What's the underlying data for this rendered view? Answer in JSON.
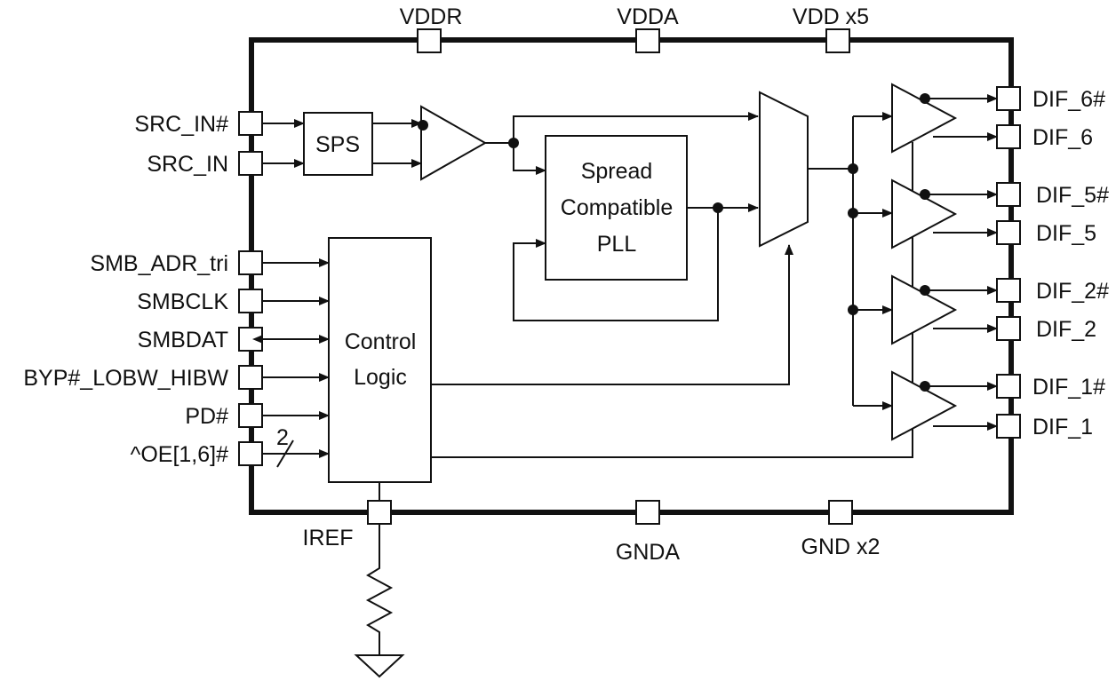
{
  "pins_top": [
    "VDDR",
    "VDDA",
    "VDD x5"
  ],
  "pins_left": [
    "SRC_IN#",
    "SRC_IN",
    "SMB_ADR_tri",
    "SMBCLK",
    "SMBDAT",
    "BYP#_LOBW_HIBW",
    "PD#",
    "^OE[1,6]#"
  ],
  "pins_right": [
    "DIF_6#",
    "DIF_6",
    "DIF_5#",
    "DIF_5",
    "DIF_2#",
    "DIF_2",
    "DIF_1#",
    "DIF_1"
  ],
  "pins_bottom": [
    "IREF",
    "GNDA",
    "GND x2"
  ],
  "blocks": {
    "sps": "SPS",
    "pll": [
      "Spread",
      "Compatible",
      "PLL"
    ],
    "control": [
      "Control",
      "Logic"
    ]
  },
  "bus_width": "2"
}
